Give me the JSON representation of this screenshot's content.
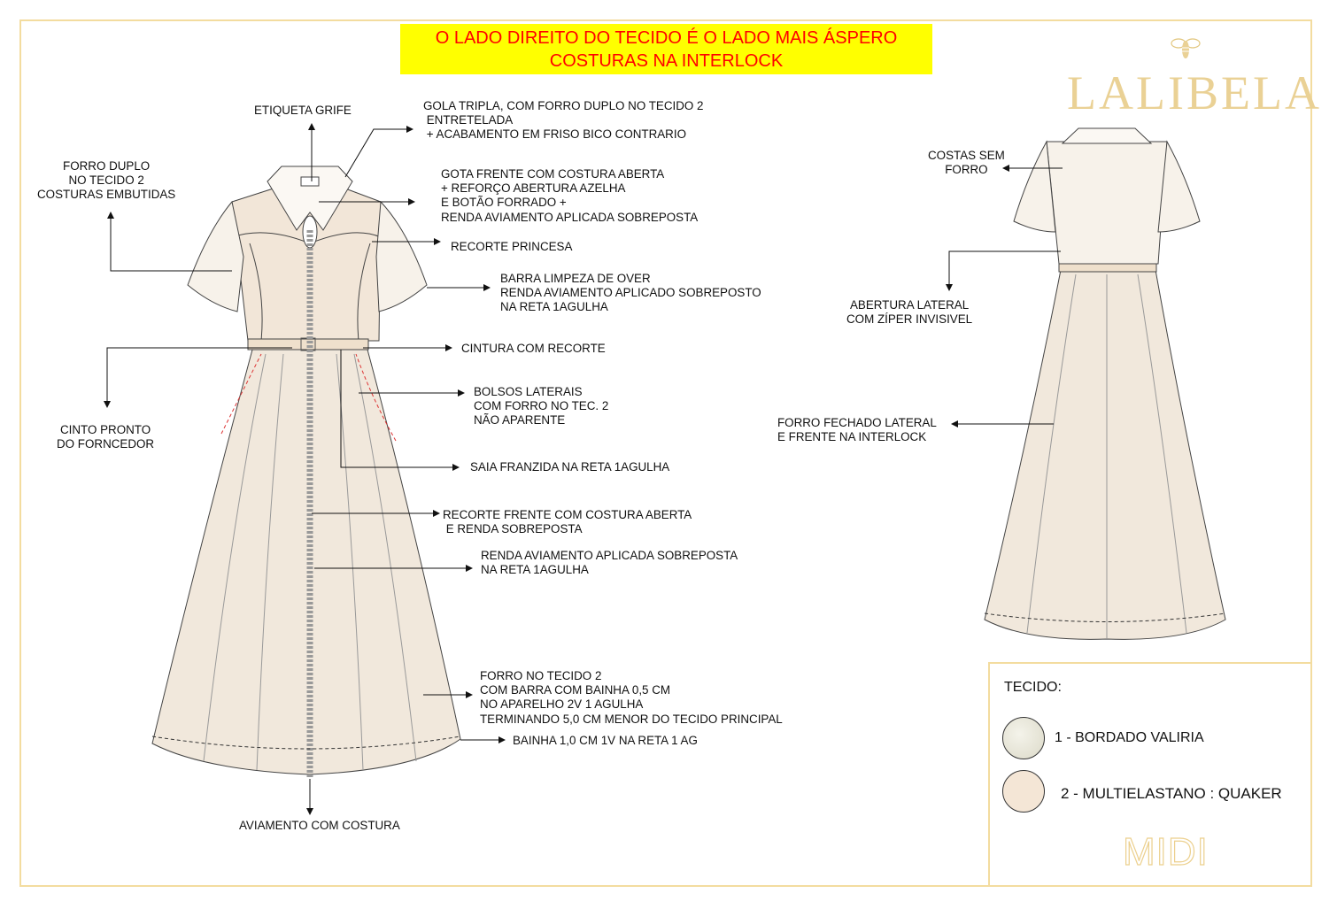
{
  "banner": {
    "line1": "O LADO DIREITO DO TECIDO É O LADO MAIS ÁSPERO",
    "line2": "COSTURAS NA INTERLOCK"
  },
  "brand": {
    "logo": "LALIBELA",
    "icon": "bee-icon"
  },
  "front_labels": {
    "etiqueta": "ETIQUETA GRIFE",
    "gola": "GOLA TRIPLA, COM FORRO DUPLO NO TECIDO 2\n ENTRETELADA\n + ACABAMENTO EM FRISO BICO CONTRARIO",
    "forro_duplo": "FORRO DUPLO\nNO TECIDO 2\nCOSTURAS EMBUTIDAS",
    "gota": "GOTA FRENTE COM COSTURA ABERTA\n+ REFORÇO ABERTURA AZELHA\nE BOTÃO FORRADO +\nRENDA AVIAMENTO APLICADA SOBREPOSTA",
    "recorte_princesa": "RECORTE PRINCESA",
    "barra_limpeza": "BARRA LIMPEZA DE OVER\nRENDA AVIAMENTO APLICADO SOBREPOSTO\nNA RETA 1AGULHA",
    "cintura": "CINTURA COM RECORTE",
    "cinto": "CINTO PRONTO\nDO FORNCEDOR",
    "bolsos": "BOLSOS LATERAIS\nCOM FORRO NO TEC. 2\nNÃO APARENTE",
    "saia": "SAIA FRANZIDA NA RETA 1AGULHA",
    "recorte_frente": "RECORTE FRENTE COM COSTURA ABERTA\n E RENDA SOBREPOSTA",
    "renda": "RENDA AVIAMENTO APLICADA SOBREPOSTA\nNA RETA 1AGULHA",
    "forro_tecido": "FORRO NO TECIDO 2\nCOM BARRA COM BAINHA 0,5 CM\nNO APARELHO 2V 1 AGULHA\nTERMINANDO 5,0 CM MENOR DO TECIDO PRINCIPAL",
    "bainha": "BAINHA 1,0 CM 1V NA RETA 1 AG",
    "aviamento": "AVIAMENTO COM COSTURA"
  },
  "back_labels": {
    "costas": "COSTAS SEM\nFORRO",
    "abertura": "ABERTURA LATERAL\nCOM ZÍPER INVISIVEL",
    "forro_fechado": "FORRO FECHADO LATERAL\nE FRENTE NA INTERLOCK"
  },
  "tecido": {
    "title": "TECIDO:",
    "fabrics": [
      {
        "label": "1 - BORDADO VALIRIA",
        "color": "#e8e6d8"
      },
      {
        "label": "2 - MULTIELASTANO : QUAKER",
        "color": "#f4e6d6"
      }
    ],
    "length": "MIDI"
  },
  "colors": {
    "gold": "#ead195",
    "banner_bg": "#ffff00",
    "banner_text": "#ff0000"
  }
}
